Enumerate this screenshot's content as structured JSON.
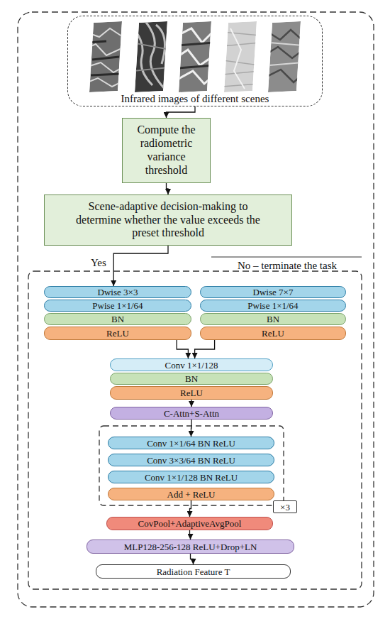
{
  "diagram": {
    "nodes": [
      {
        "text": [
          "Infrared images of different scenes"
        ]
      },
      {
        "text": [
          "Compute the radiometric variance threshold"
        ]
      },
      {
        "text": [
          "Scene-adaptive decision-making to determine whether the value exceeds the preset threshold"
        ]
      },
      {
        "text": [
          "Dwise 3×3"
        ]
      },
      {
        "text": [
          "Pwise 1×1/64"
        ]
      },
      {
        "text": [
          "BN"
        ]
      },
      {
        "text": [
          "ReLU"
        ]
      },
      {
        "text": [
          "Dwise 7×7"
        ]
      },
      {
        "text": [
          "Pwise 1×1/64"
        ]
      },
      {
        "text": [
          "BN"
        ]
      },
      {
        "text": [
          "ReLU"
        ]
      },
      {
        "text": [
          "Conv 1×1/128"
        ]
      },
      {
        "text": [
          "BN"
        ]
      },
      {
        "text": [
          "ReLU"
        ]
      },
      {
        "text": [
          "C-Attn+S-Attn"
        ]
      },
      {
        "text": [
          "Conv 1×1/64  BN  ReLU"
        ]
      },
      {
        "text": [
          "Conv 3×3/64  BN  ReLU"
        ]
      },
      {
        "text": [
          "Conv 1×1/128  BN ReLU"
        ]
      },
      {
        "text": [
          "Add + ReLU"
        ]
      },
      {
        "text": [
          "×3"
        ]
      },
      {
        "text": [
          "CovPool+AdaptiveAvgPool"
        ]
      },
      {
        "text": [
          "MLP128-256-128  ReLU+Drop+LN"
        ]
      },
      {
        "text": [
          "Radiation Feature T"
        ]
      }
    ],
    "edges": [
      {
        "from": 0,
        "to": 1,
        "arrow": "to"
      },
      {
        "from": 1,
        "to": 2,
        "arrow": "to"
      },
      {
        "from": 2,
        "to": 3,
        "label": "Yes",
        "arrow": "to"
      },
      {
        "from": 6,
        "to": 11,
        "arrow": "to"
      },
      {
        "from": 10,
        "to": 11,
        "arrow": "to"
      },
      {
        "from": 13,
        "to": 14,
        "arrow": "to"
      },
      {
        "from": 14,
        "to": 15,
        "arrow": "to"
      },
      {
        "from": 18,
        "to": 20,
        "arrow": "to"
      },
      {
        "from": 20,
        "to": 21,
        "arrow": "to"
      },
      {
        "from": 21,
        "to": 22,
        "arrow": "to"
      }
    ],
    "labels": [
      "No – terminate the task"
    ]
  }
}
